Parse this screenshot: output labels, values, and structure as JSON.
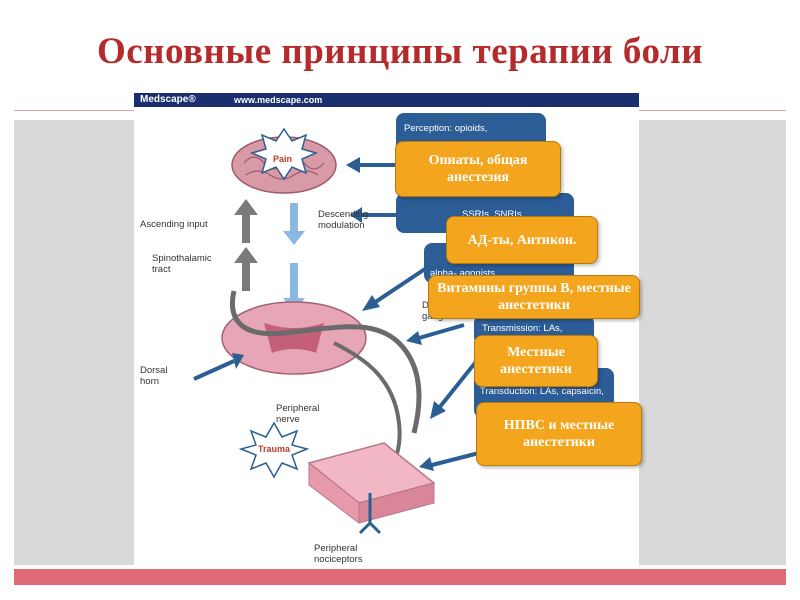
{
  "slide": {
    "title": "Основные принципы терапии боли",
    "colors": {
      "title": "#b52a2a",
      "band": "#d9d9d9",
      "bar": "#e06b76",
      "callout": "#f3a51d",
      "box": "#2d5d97",
      "arrow": "#2b5f93"
    }
  },
  "figure": {
    "logo": "Medscape®",
    "url": "www.medscape.com",
    "labels": {
      "pain": "Pain",
      "trauma": "Trauma",
      "ascending": "Ascending input",
      "descending": "Descending modulation",
      "spinothalamic": "Spinothalamic tract",
      "dorsal_horn": "Dorsal horn",
      "peripheral_nerve": "Peripheral nerve",
      "peripheral_nociceptors": "Peripheral nociceptors",
      "ganglion": "D ganglion"
    },
    "blue_boxes": [
      "Perception: opioids,",
      "SSRIs, SNRIs",
      "alpha₂ agonists",
      "Transmission: LAs,",
      "Transduction: LAs, capsaicin,"
    ]
  },
  "callouts": [
    "Опиаты, общая анестезия",
    "АД-ты, Антикон.",
    "Витамины группы В, местные анестетики",
    "Местные анестетики",
    "НПВС и местные анестетики"
  ]
}
